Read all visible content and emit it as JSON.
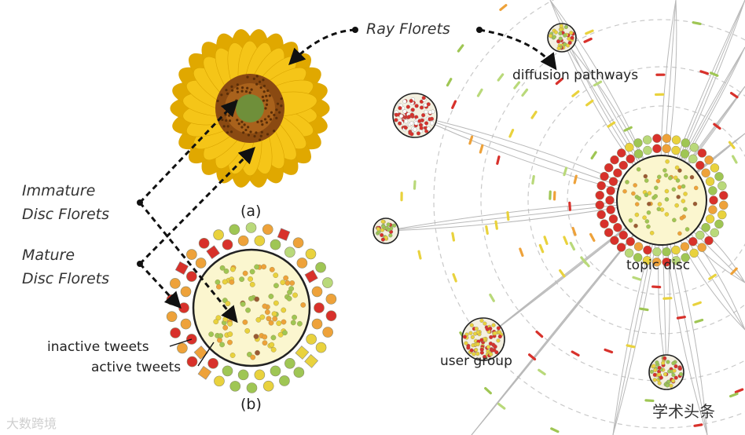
{
  "labels": {
    "ray_florets": "Ray Florets",
    "immature_line1": "Immature",
    "immature_line2": "Disc Florets",
    "mature_line1": "Mature",
    "mature_line2": "Disc Florets",
    "caption_a": "(a)",
    "caption_b": "(b)",
    "inactive_tweets": "inactive tweets",
    "active_tweets": "active tweets",
    "diffusion_pathways": "diffusion pathways",
    "topic_disc": "topic disc",
    "user_group": "user group"
  },
  "watermarks": {
    "left": "大数跨境",
    "right": "学术头条"
  },
  "colors": {
    "petal": "#f5c518",
    "petal_dark": "#e0a800",
    "center_brown": "#8a4a12",
    "center_green": "#6f8f3a",
    "disc_fill": "#fbf6cf",
    "red": "#d8312b",
    "orange": "#eea23a",
    "yellow": "#e9d23d",
    "green": "#9fc654",
    "lightgreen": "#b9d97a",
    "brown": "#9a5a36",
    "line": "#b8b8b8",
    "dash": "#c9c9c9"
  }
}
